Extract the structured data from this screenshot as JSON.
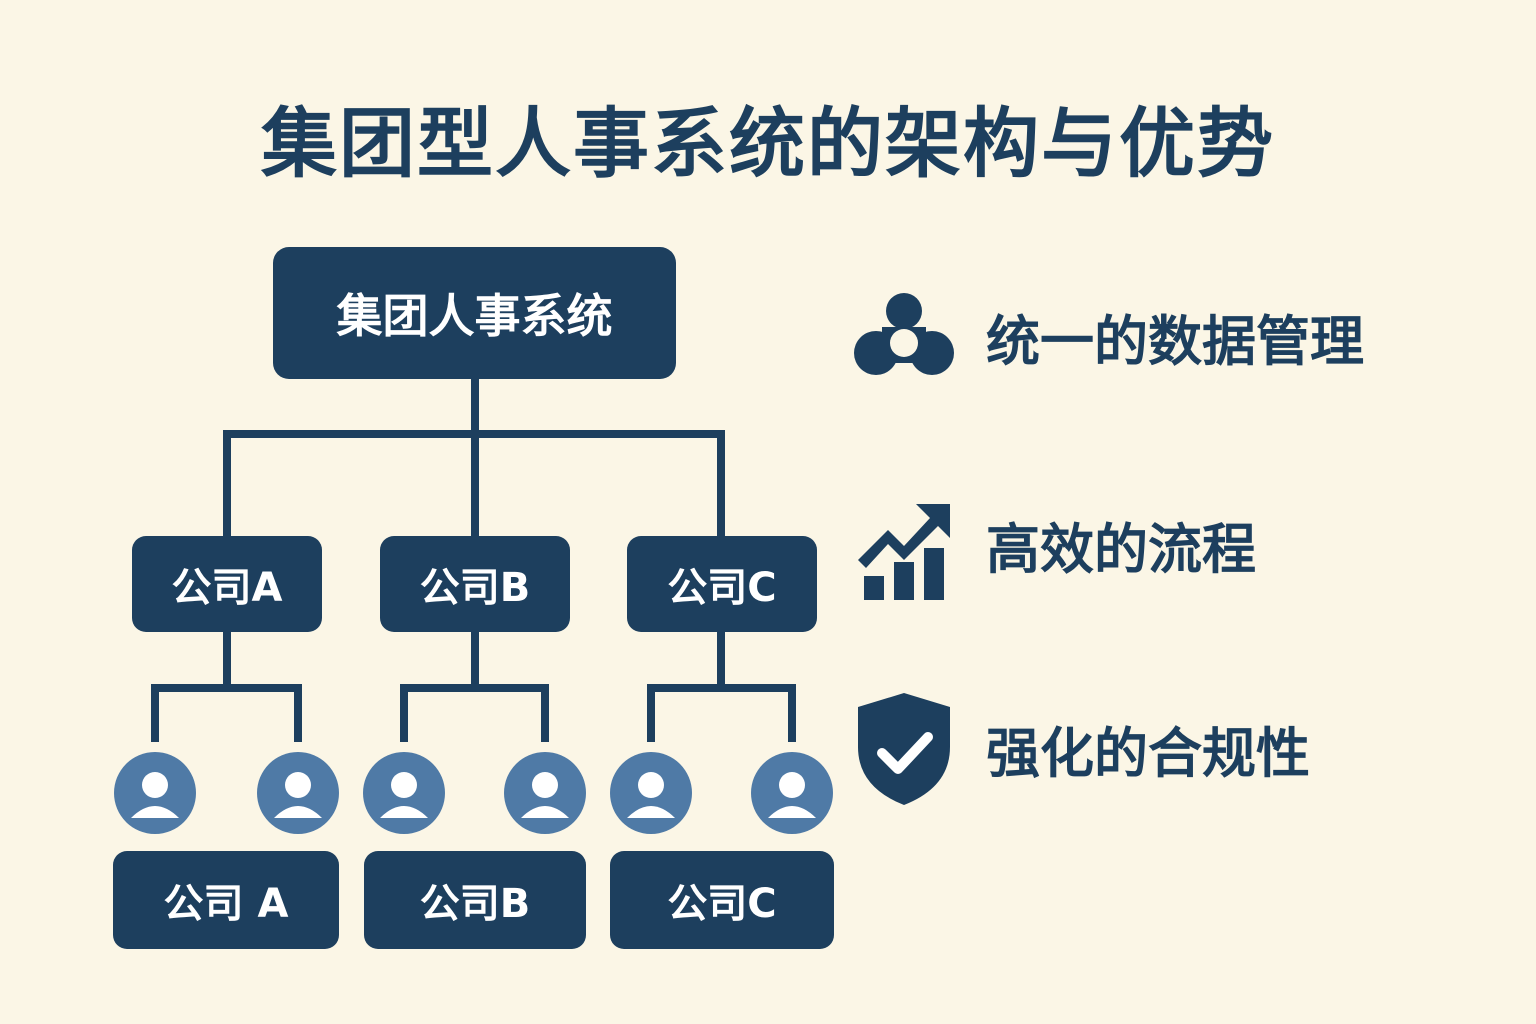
{
  "title": "集团型人事系统的架构与优势",
  "org": {
    "root": "集团人事系统",
    "companies": [
      "公司A",
      "公司B",
      "公司C"
    ],
    "bottom": [
      "公司 A",
      "公司B",
      "公司C"
    ]
  },
  "features": [
    {
      "label": "统一的数据管理",
      "icon": "network-nodes-icon"
    },
    {
      "label": "高效的流程",
      "icon": "growth-chart-icon"
    },
    {
      "label": "强化的合规性",
      "icon": "shield-check-icon"
    }
  ],
  "colors": {
    "navy": "#1d3f5e",
    "avatar": "#4f7aa6",
    "background": "#fbf6e6"
  }
}
